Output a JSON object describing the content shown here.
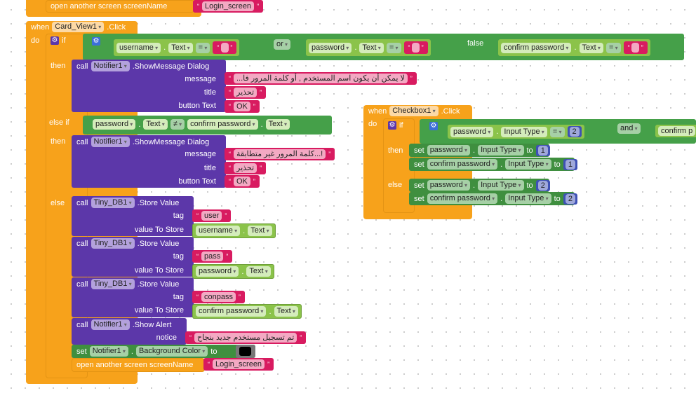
{
  "top_fragment": {
    "label": "open another screen  screenName",
    "value": "Login_screen"
  },
  "card_event": {
    "when": "when",
    "component": "Card_View1",
    "event": ".Click",
    "do": "do",
    "if": "if",
    "then": "then",
    "else_if": "else if",
    "else": "else",
    "cond1": {
      "a_comp": "username",
      "prop": "Text",
      "eq": "=",
      "or": "or",
      "b_comp": "password",
      "false_label": "false",
      "c_comp": "confirm password"
    },
    "dialog1": {
      "call": "call",
      "comp": "Notifier1",
      "method": ".ShowMessage Dialog",
      "message_label": "message",
      "message": "...لا يمكن أن يكون اسم المستخدم , أو كلمة المرور فا",
      "title_label": "title",
      "title": "تحذير",
      "button_label": "button Text",
      "button": "OK"
    },
    "cond2": {
      "a_comp": "password",
      "prop": "Text",
      "neq": "≠",
      "b_comp": "confirm password"
    },
    "dialog2": {
      "call": "call",
      "comp": "Notifier1",
      "method": ".ShowMessage Dialog",
      "message_label": "message",
      "message": "كلمة المرور غير متطابقة...!",
      "title_label": "title",
      "title": "تحذير",
      "button_label": "button Text",
      "button": "OK"
    },
    "store": [
      {
        "call": "call",
        "comp": "Tiny_DB1",
        "method": ".Store Value",
        "tag_label": "tag",
        "tag": "user",
        "value_label": "value To Store",
        "value_comp": "username",
        "value_prop": "Text"
      },
      {
        "call": "call",
        "comp": "Tiny_DB1",
        "method": ".Store Value",
        "tag_label": "tag",
        "tag": "pass",
        "value_label": "value To Store",
        "value_comp": "password",
        "value_prop": "Text"
      },
      {
        "call": "call",
        "comp": "Tiny_DB1",
        "method": ".Store Value",
        "tag_label": "tag",
        "tag": "conpass",
        "value_label": "value To Store",
        "value_comp": "confirm password",
        "value_prop": "Text"
      }
    ],
    "alert": {
      "call": "call",
      "comp": "Notifier1",
      "method": ".Show Alert",
      "notice_label": "notice",
      "notice": "تم تسجيل مستخدم جديد بنجاح"
    },
    "setbg": {
      "set": "set",
      "comp": "Notifier1",
      "prop": "Background Color",
      "to": "to",
      "color": "#000000"
    },
    "open": {
      "label": "open another screen  screenName",
      "value": "Login_screen"
    }
  },
  "checkbox_event": {
    "when": "when",
    "component": "Checkbox1",
    "event": ".Click",
    "do": "do",
    "if": "if",
    "then": "then",
    "else": "else",
    "cond": {
      "a_comp": "password",
      "prop": "Input Type",
      "eq": "=",
      "value": "2",
      "and": "and",
      "b_comp": "confirm p"
    },
    "then_sets": [
      {
        "set": "set",
        "comp": "password",
        "prop": "Input Type",
        "to": "to",
        "value": "1"
      },
      {
        "set": "set",
        "comp": "confirm password",
        "prop": "Input Type",
        "to": "to",
        "value": "1"
      }
    ],
    "else_sets": [
      {
        "set": "set",
        "comp": "password",
        "prop": "Input Type",
        "to": "to",
        "value": "2"
      },
      {
        "set": "set",
        "comp": "confirm password",
        "prop": "Input Type",
        "to": "to",
        "value": "2"
      }
    ]
  }
}
